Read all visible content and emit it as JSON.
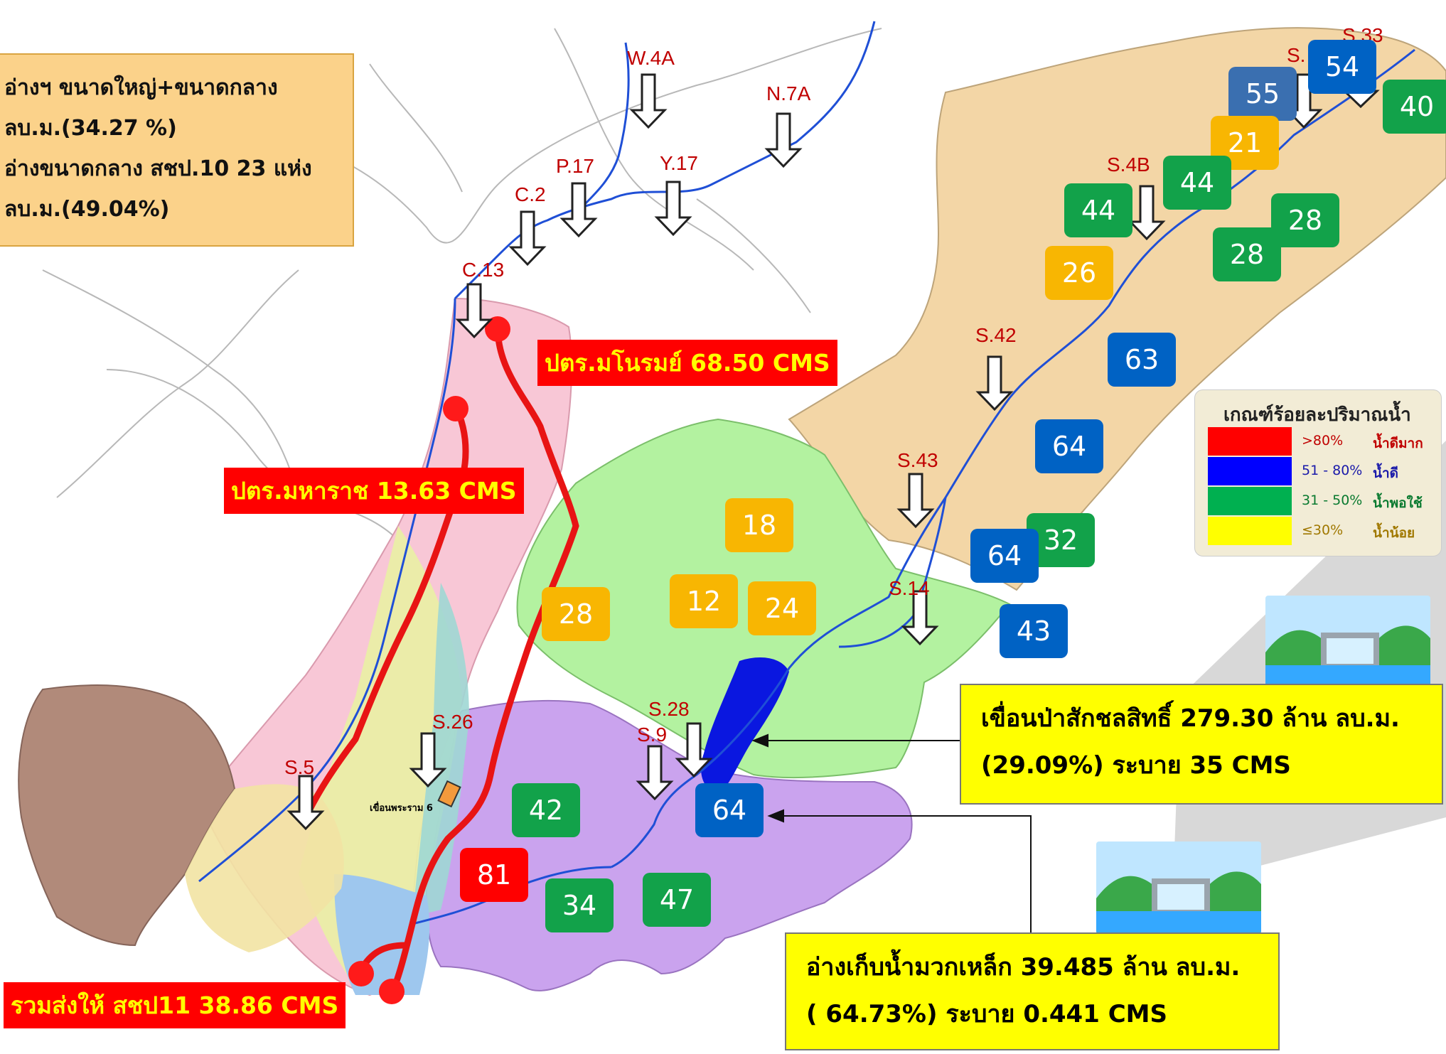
{
  "info_box": {
    "line1": "อ่างฯ ขนาดใหญ่+ขนาดกลาง",
    "line2": "ลบ.ม.(34.27 %)",
    "line3": "อ่างขนาดกลาง สชป.10  23 แห่ง",
    "line4": "ลบ.ม.(49.04%)"
  },
  "flow_labels": {
    "manorom": "ปตร.มโนรมย์ 68.50 CMS",
    "maharaj": "ปตร.มหาราช 13.63 CMS",
    "total": "รวมส่งให้ สชป11  38.86 CMS"
  },
  "stations": [
    "W.4A",
    "N.7A",
    "P.17",
    "Y.17",
    "C.2",
    "C.13",
    "S.4B",
    "S.42",
    "S.43",
    "S.14",
    "S.26",
    "S.28",
    "S.9",
    "S.5",
    "S.33",
    "S."
  ],
  "reservoir_badges": [
    {
      "value": "55",
      "status": "blue"
    },
    {
      "value": "54",
      "status": "blue"
    },
    {
      "value": "40",
      "status": "green"
    },
    {
      "value": "21",
      "status": "yellow"
    },
    {
      "value": "44",
      "status": "green"
    },
    {
      "value": "44",
      "status": "green"
    },
    {
      "value": "28",
      "status": "green"
    },
    {
      "value": "28",
      "status": "green"
    },
    {
      "value": "26",
      "status": "yellow"
    },
    {
      "value": "63",
      "status": "blue"
    },
    {
      "value": "64",
      "status": "blue"
    },
    {
      "value": "32",
      "status": "green"
    },
    {
      "value": "64",
      "status": "blue"
    },
    {
      "value": "43",
      "status": "blue"
    },
    {
      "value": "18",
      "status": "yellow"
    },
    {
      "value": "12",
      "status": "yellow"
    },
    {
      "value": "24",
      "status": "yellow"
    },
    {
      "value": "28",
      "status": "yellow"
    },
    {
      "value": "42",
      "status": "green"
    },
    {
      "value": "64",
      "status": "blue"
    },
    {
      "value": "81",
      "status": "red"
    },
    {
      "value": "34",
      "status": "green"
    },
    {
      "value": "47",
      "status": "green"
    }
  ],
  "dam_label": "เขื่อนพระราม 6",
  "pasak_box": {
    "line1": "เขื่อนป่าสักชลสิทธิ์ 279.30 ล้าน ลบ.ม.",
    "line2": "(29.09%)  ระบาย  35 CMS"
  },
  "mawaklek_box": {
    "line1": "อ่างเก็บน้ำมวกเหล็ก 39.485 ล้าน ลบ.ม.",
    "line2": "( 64.73%) ระบาย  0.441 CMS"
  },
  "legend": {
    "title": "เกณฑ์ร้อยละปริมาณน้ำ",
    "rows": [
      {
        "range": ">80%",
        "level": "น้ำดีมาก",
        "color": "#ff0000",
        "text_color": "#c00000"
      },
      {
        "range": "51 - 80%",
        "level": "น้ำดี",
        "color": "#0000ff",
        "text_color": "#1a1aaa"
      },
      {
        "range": "31 - 50%",
        "level": "น้ำพอใช้",
        "color": "#00b050",
        "text_color": "#0a7a30"
      },
      {
        "range": "≤30%",
        "level": "น้ำน้อย",
        "color": "#ffff00",
        "text_color": "#a07800"
      }
    ]
  },
  "colors": {
    "blue": "#0062c4",
    "green": "#12a24a",
    "yellow": "#f8b602",
    "red": "#ff0000",
    "river": "#1f4fd6",
    "canal": "#e81414"
  }
}
